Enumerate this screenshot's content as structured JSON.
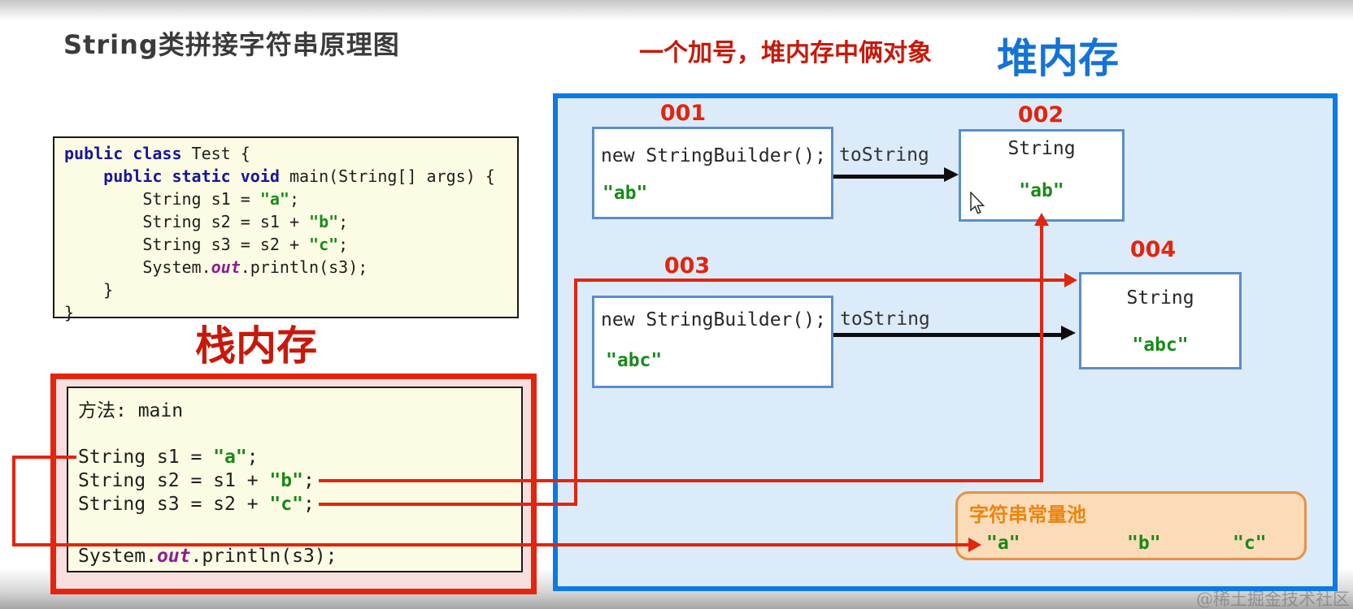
{
  "titles": {
    "main": "String类拼接字符串原理图",
    "annotation": "一个加号，堆内存中俩对象",
    "heap": "堆内存",
    "stack": "栈内存"
  },
  "watermark": "@稀土掘金技术社区",
  "colors": {
    "red": "#e3240e",
    "title-red": "#c7190a",
    "blue-title": "#1473d6",
    "heap-border": "#0c79e4",
    "heap-fill": "#dcebfa",
    "obj-border": "#5b8dc8",
    "green": "#178a17",
    "navy": "#16169b",
    "purple": "#8b1f8f",
    "orange-border": "#e89045",
    "orange-fill": "#fcdcb8",
    "orange-text": "#ea8410",
    "code-bg": "#fcfce4",
    "stack-fill": "#f9dede"
  },
  "code_block": {
    "lines": [
      [
        [
          "k",
          "public class"
        ],
        [
          "p",
          " Test {"
        ]
      ],
      [
        [
          "p",
          "    "
        ],
        [
          "k",
          "public static void"
        ],
        [
          "p",
          " main(String[] args) {"
        ]
      ],
      [
        [
          "p",
          "        String s1 = "
        ],
        [
          "s",
          "\"a\""
        ],
        [
          "p",
          ";"
        ]
      ],
      [
        [
          "p",
          "        String s2 = s1 + "
        ],
        [
          "s",
          "\"b\""
        ],
        [
          "p",
          ";"
        ]
      ],
      [
        [
          "p",
          "        String s3 = s2 + "
        ],
        [
          "s",
          "\"c\""
        ],
        [
          "p",
          ";"
        ]
      ],
      [
        [
          "p",
          "        System."
        ],
        [
          "o",
          "out"
        ],
        [
          "p",
          ".println(s3);"
        ]
      ],
      [
        [
          "p",
          "    }"
        ]
      ],
      [
        [
          "p",
          "}"
        ]
      ]
    ]
  },
  "stack_frame": {
    "method_label": "方法: main",
    "lines": [
      {
        "name": "s1",
        "tokens": [
          [
            "p",
            "String s1 = "
          ],
          [
            "s",
            "\"a\""
          ],
          [
            "p",
            ";"
          ]
        ]
      },
      {
        "name": "s2",
        "tokens": [
          [
            "p",
            "String s2 = s1 + "
          ],
          [
            "s",
            "\"b\""
          ],
          [
            "p",
            ";"
          ]
        ]
      },
      {
        "name": "s3",
        "tokens": [
          [
            "p",
            "String s3 = s2 + "
          ],
          [
            "s",
            "\"c\""
          ],
          [
            "p",
            ";"
          ]
        ]
      },
      {
        "name": "println",
        "tokens": [
          [
            "p",
            "System."
          ],
          [
            "o",
            "out"
          ],
          [
            "p",
            ".println(s3);"
          ]
        ]
      }
    ]
  },
  "heap": {
    "tostring": "toString",
    "objects": {
      "obj1": {
        "id": "001",
        "title": "new StringBuilder();",
        "value": "\"ab\""
      },
      "obj2": {
        "id": "002",
        "class_name": "String",
        "value": "\"ab\""
      },
      "obj3": {
        "id": "003",
        "title": "new StringBuilder();",
        "value": "\"abc\""
      },
      "obj4": {
        "id": "004",
        "class_name": "String",
        "value": "\"abc\""
      }
    },
    "pool": {
      "title": "字符串常量池",
      "values": [
        "\"a\"",
        "\"b\"",
        "\"c\""
      ]
    }
  }
}
